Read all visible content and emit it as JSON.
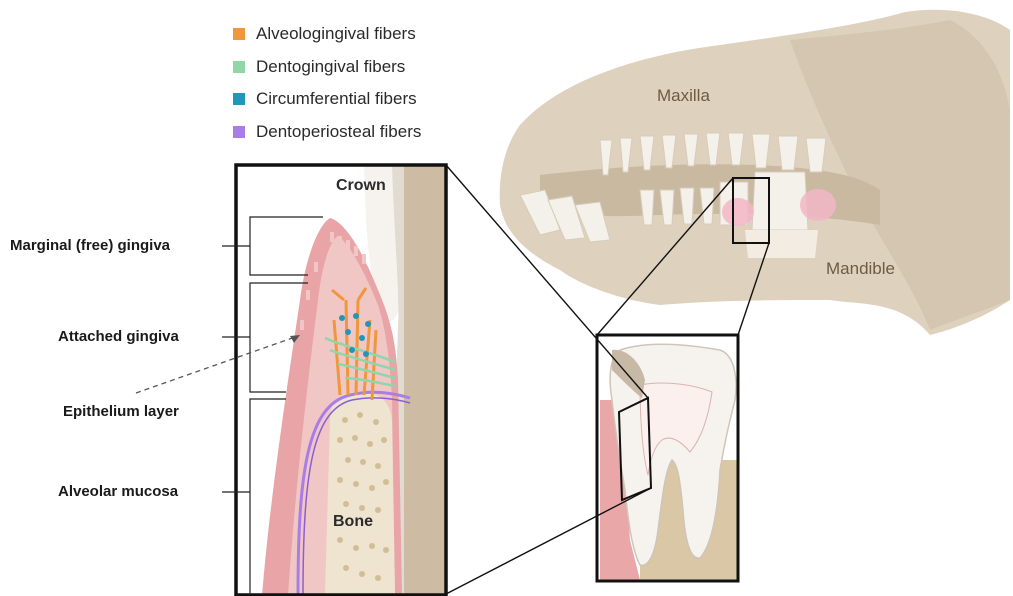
{
  "legend": [
    {
      "label": "Alveologingival fibers",
      "color": "#f0963c",
      "icon": "orange-square-icon"
    },
    {
      "label": "Dentogingival fibers",
      "color": "#8fd6a8",
      "icon": "green-square-icon"
    },
    {
      "label": "Circumferential fibers",
      "color": "#2296b8",
      "icon": "blue-square-icon"
    },
    {
      "label": "Dentoperiosteal fibers",
      "color": "#a87ee6",
      "icon": "purple-square-icon"
    }
  ],
  "labels": {
    "marginal": "Marginal (free) gingiva",
    "attached": "Attached gingiva",
    "epithelium": "Epithelium layer",
    "alveolar": "Alveolar mucosa"
  },
  "inset": {
    "crown": "Crown",
    "bone": "Bone"
  },
  "skull": {
    "maxilla": "Maxilla",
    "mandible": "Mandible"
  },
  "colors": {
    "bone": "#ded2bf",
    "gingiva": "#e8a4a6",
    "tooth": "#f6f3ee",
    "frame": "#111111"
  }
}
